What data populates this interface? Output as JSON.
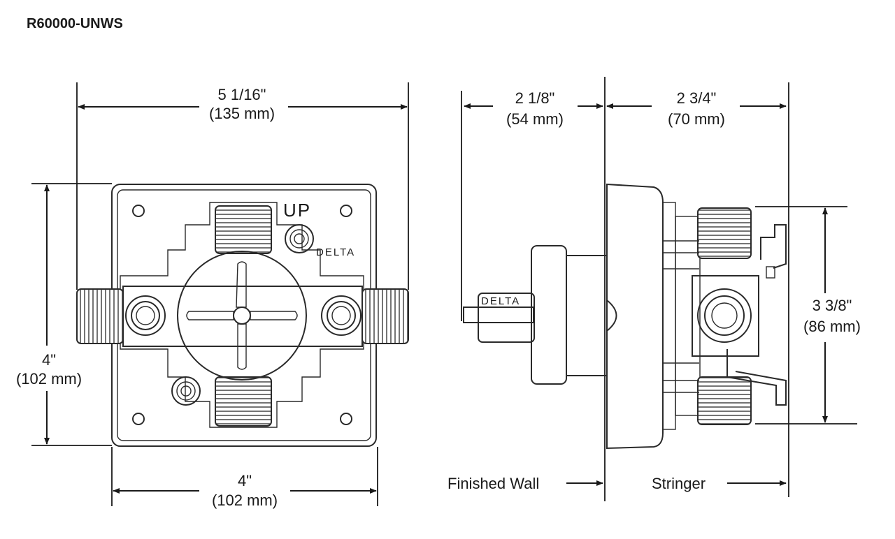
{
  "model": "R60000-UNWS",
  "front_view": {
    "width_in": "5 1/16\"",
    "width_mm": "(135 mm)",
    "height_in": "4\"",
    "height_mm": "(102 mm)",
    "bottom_in": "4\"",
    "bottom_mm": "(102 mm)",
    "up_mark": "UP",
    "brand_mark": "DELTA"
  },
  "side_view": {
    "front_depth_in": "2 1/8\"",
    "front_depth_mm": "(54 mm)",
    "rear_depth_in": "2 3/4\"",
    "rear_depth_mm": "(70 mm)",
    "outlet_span_in": "3 3/8\"",
    "outlet_span_mm": "(86 mm)",
    "brand_mark": "DELTA",
    "finished_wall_label": "Finished Wall",
    "stringer_label": "Stringer"
  }
}
